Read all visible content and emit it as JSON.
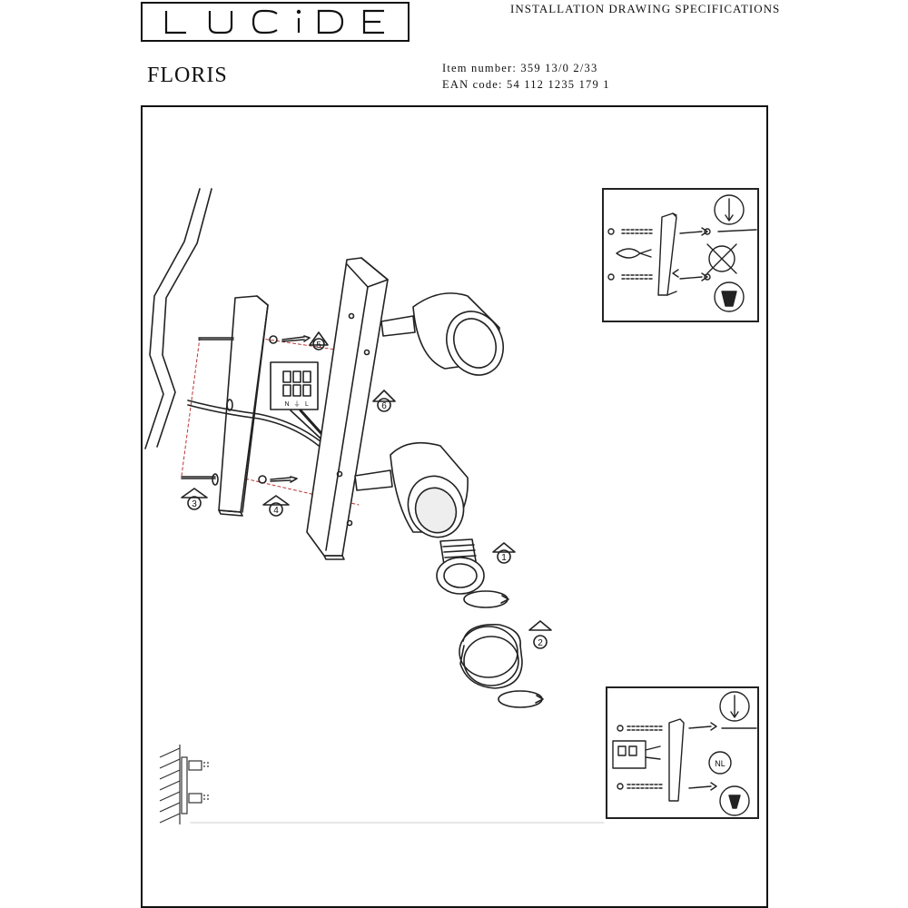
{
  "header": {
    "brand": "LUCIDE",
    "document_title": "INSTALLATION DRAWING SPECIFICATIONS"
  },
  "product": {
    "name": "FLORIS",
    "item_number": "Item number: 359 13/0 2/33",
    "ean_code": "EAN code: 54 112 1235 179 1"
  },
  "steps": [
    "1",
    "2",
    "3",
    "4",
    "5",
    "6"
  ],
  "terminal_labels": [
    "N",
    "⏚",
    "L"
  ],
  "inset_bottom": {
    "polarity_label": "NL"
  },
  "icons": [
    "screwdriver-icon",
    "pliers-icon",
    "no-drill-icon",
    "wall-plug-icon",
    "step-marker-icon",
    "rotate-arrow-icon"
  ]
}
